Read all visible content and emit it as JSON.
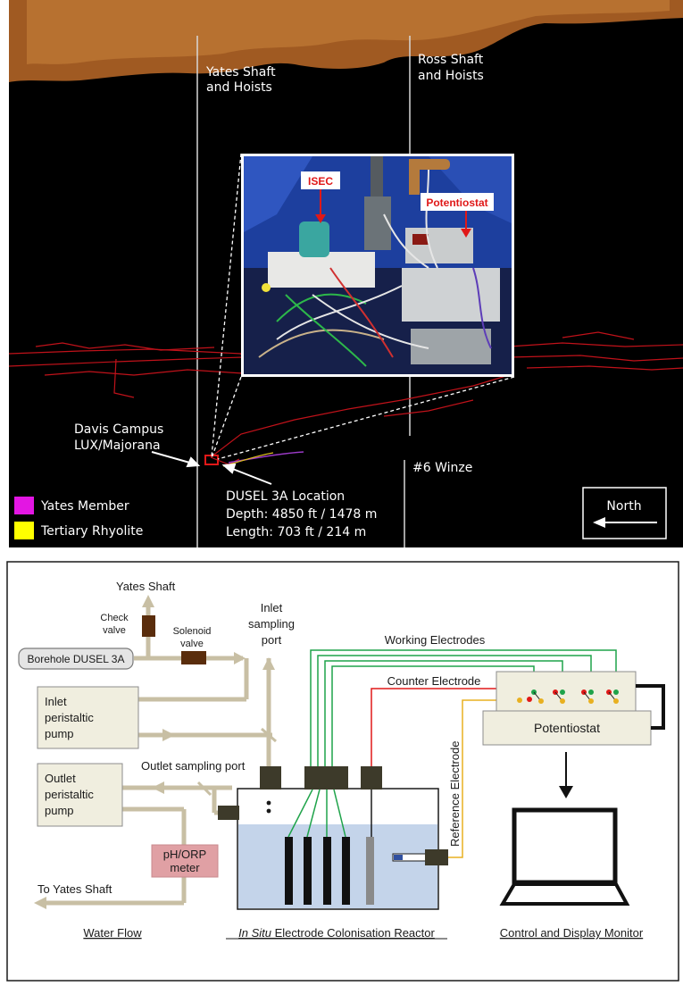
{
  "map": {
    "labels": {
      "yates_shaft": [
        "Yates Shaft",
        "and Hoists"
      ],
      "ross_shaft": [
        "Ross Shaft",
        "and Hoists"
      ],
      "davis_campus": [
        "Davis Campus",
        "LUX/Majorana"
      ],
      "winze": "#6 Winze",
      "dusel_location": [
        "DUSEL 3A Location",
        "Depth: 4850 ft / 1478 m",
        "Length: 703 ft / 214 m"
      ],
      "north": "North"
    },
    "legend": [
      {
        "label": "Yates Member",
        "color": "#e316e3"
      },
      {
        "label": "Tertiary Rhyolite",
        "color": "#ffff00"
      }
    ],
    "photo_labels": {
      "isec": "ISEC",
      "potentiostat": "Potentiostat"
    }
  },
  "schematic": {
    "yates_shaft_top": "Yates Shaft",
    "check_valve": [
      "Check",
      "valve"
    ],
    "solenoid_valve": [
      "Solenoid",
      "valve"
    ],
    "borehole": "Borehole DUSEL 3A",
    "inlet_sampling_port": [
      "Inlet",
      "sampling",
      "port"
    ],
    "inlet_pump": [
      "Inlet",
      "peristaltic",
      "pump"
    ],
    "outlet_pump": [
      "Outlet",
      "peristaltic",
      "pump"
    ],
    "outlet_sampling_port": "Outlet sampling port",
    "ph_meter": [
      "pH/ORP",
      "meter"
    ],
    "to_yates_shaft": "To Yates Shaft",
    "working_electrodes": "Working Electrodes",
    "counter_electrode": "Counter Electrode",
    "reference_electrode": "Reference Electrode",
    "potentiostat": "Potentiostat",
    "caption_water_flow": "Water Flow",
    "caption_reactor_italic": "In Situ",
    "caption_reactor_rest": " Electrode Colonisation Reactor",
    "caption_monitor": "Control and Display Monitor"
  }
}
